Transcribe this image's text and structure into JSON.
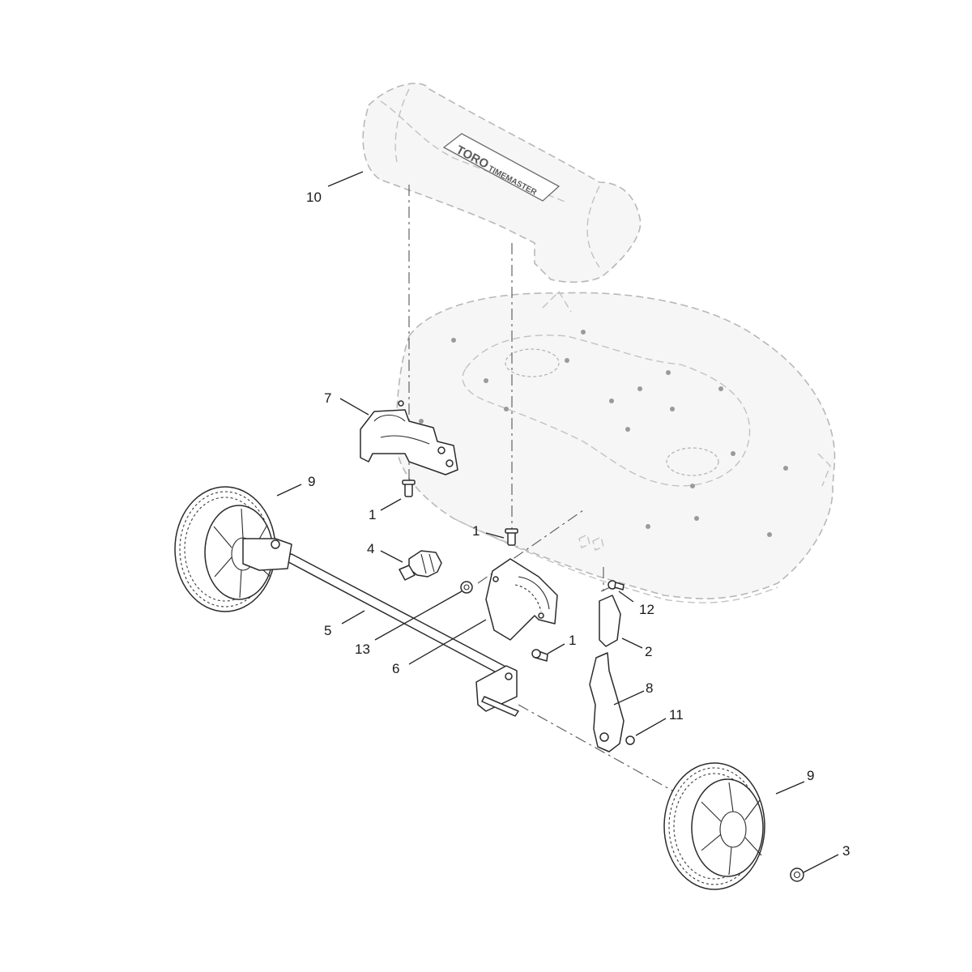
{
  "diagram": {
    "logo": {
      "brand": "TORO",
      "model": "TIMEMASTER"
    },
    "callouts": [
      {
        "id": "10",
        "label": "10"
      },
      {
        "id": "7",
        "label": "7"
      },
      {
        "id": "9a",
        "label": "9"
      },
      {
        "id": "1a",
        "label": "1"
      },
      {
        "id": "1b",
        "label": "1"
      },
      {
        "id": "4",
        "label": "4"
      },
      {
        "id": "12",
        "label": "12"
      },
      {
        "id": "5",
        "label": "5"
      },
      {
        "id": "13",
        "label": "13"
      },
      {
        "id": "6",
        "label": "6"
      },
      {
        "id": "1c",
        "label": "1"
      },
      {
        "id": "2",
        "label": "2"
      },
      {
        "id": "8",
        "label": "8"
      },
      {
        "id": "11",
        "label": "11"
      },
      {
        "id": "9b",
        "label": "9"
      },
      {
        "id": "3",
        "label": "3"
      }
    ]
  }
}
